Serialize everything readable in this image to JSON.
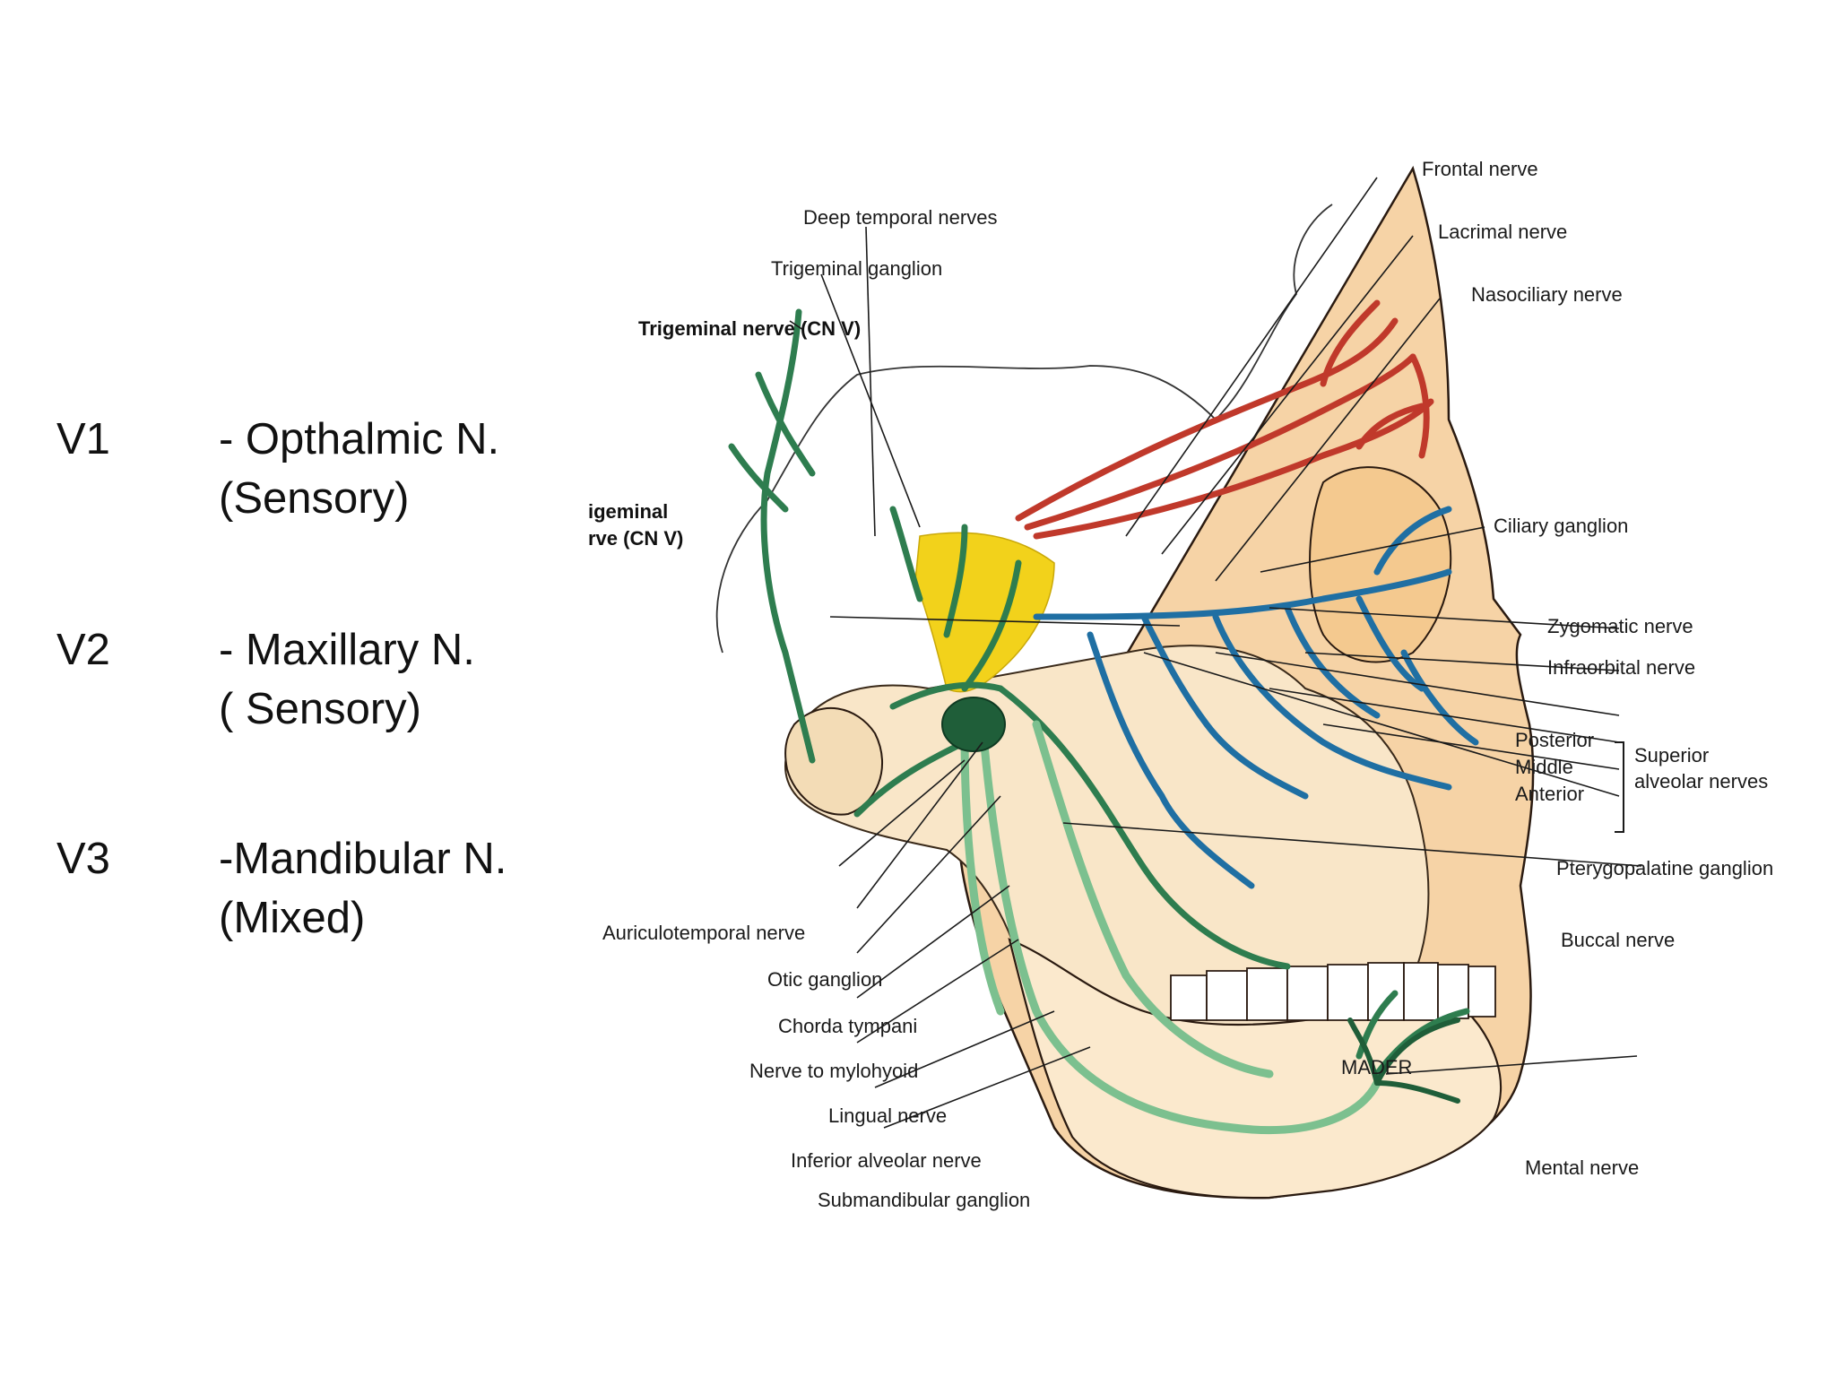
{
  "branches": [
    {
      "code": "V1",
      "name": "- Opthalmic N.",
      "function": "(Sensory)"
    },
    {
      "code": "V2",
      "name": "- Maxillary N.",
      "function": "( Sensory)"
    },
    {
      "code": "V3",
      "name": "-Mandibular N.",
      "function": "(Mixed)"
    }
  ],
  "figure": {
    "labels": {
      "frontal_nerve": "Frontal nerve",
      "lacrimal_nerve": "Lacrimal nerve",
      "nasociliary_nerve": "Nasociliary nerve",
      "deep_temporal_nerves": "Deep temporal nerves",
      "trigeminal_ganglion": "Trigeminal ganglion",
      "trigeminal_nerve": "Trigeminal nerve (CN V)",
      "trigeminal_nerve_inset_line1": "igeminal",
      "trigeminal_nerve_inset_line2": "rve (CN V)",
      "ciliary_ganglion": "Ciliary ganglion",
      "zygomatic_nerve": "Zygomatic nerve",
      "infraorbital_nerve": "Infraorbital nerve",
      "posterior": "Posterior",
      "middle": "Middle",
      "anterior": "Anterior",
      "superior": "Superior",
      "alveolar_nerves": "alveolar nerves",
      "pterygopalatine_ganglion": "Pterygopalatine ganglion",
      "buccal_nerve": "Buccal nerve",
      "auriculotemporal_nerve": "Auriculotemporal nerve",
      "otic_ganglion": "Otic ganglion",
      "chorda_tympani": "Chorda tympani",
      "nerve_to_mylohyoid": "Nerve to mylohyoid",
      "lingual_nerve": "Lingual nerve",
      "inferior_alveolar_nerve": "Inferior alveolar nerve",
      "submandibular_ganglion": "Submandibular ganglion",
      "mental_nerve": "Mental nerve"
    },
    "colors": {
      "ophthalmic": "#c0392b",
      "maxillary": "#1f6fa3",
      "mandibular": "#2e7d4f",
      "mandibular_light": "#7cc08f",
      "ganglion": "#f2d21b",
      "skin": "#f6d3a6",
      "bone": "#f9e6c8"
    }
  }
}
